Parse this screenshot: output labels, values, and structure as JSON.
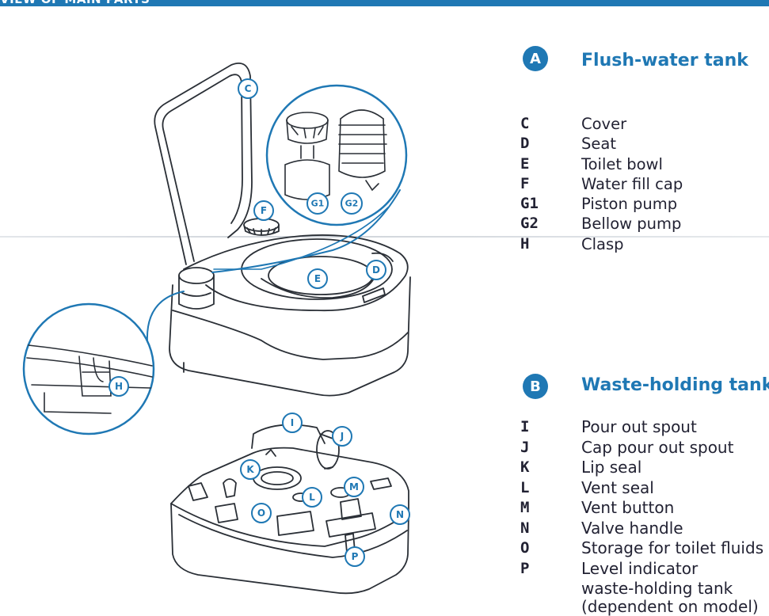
{
  "header": {
    "title": "VIEW OF MAIN PARTS"
  },
  "flush_tank": {
    "badge": "A",
    "title": "Flush-water tank",
    "parts": [
      {
        "code": "C",
        "label": "Cover"
      },
      {
        "code": "D",
        "label": "Seat"
      },
      {
        "code": "E",
        "label": "Toilet bowl"
      },
      {
        "code": "F",
        "label": "Water fill cap"
      },
      {
        "code": "G1",
        "label": "Piston pump"
      },
      {
        "code": "G2",
        "label": "Bellow pump"
      },
      {
        "code": "H",
        "label": "Clasp"
      }
    ]
  },
  "waste_tank": {
    "badge": "B",
    "title": "Waste-holding tank",
    "parts": [
      {
        "code": "I",
        "label": "Pour out spout"
      },
      {
        "code": "J",
        "label": "Cap pour out spout"
      },
      {
        "code": "K",
        "label": "Lip seal"
      },
      {
        "code": "L",
        "label": "Vent seal"
      },
      {
        "code": "M",
        "label": "Vent button"
      },
      {
        "code": "N",
        "label": "Valve handle"
      },
      {
        "code": "O",
        "label": "Storage for toilet fluids"
      },
      {
        "code": "P",
        "label": "Level indicator"
      }
    ],
    "continuation": [
      "waste-holding tank",
      "(dependent on model)"
    ]
  },
  "callouts": {
    "C": "C",
    "D": "D",
    "E": "E",
    "F": "F",
    "G1": "G1",
    "G2": "G2",
    "H": "H",
    "I": "I",
    "J": "J",
    "K": "K",
    "L": "L",
    "M": "M",
    "N": "N",
    "O": "O",
    "P": "P"
  },
  "colors": {
    "accent": "#1f78b4",
    "ink": "#223344",
    "line": "#2a2f36"
  }
}
